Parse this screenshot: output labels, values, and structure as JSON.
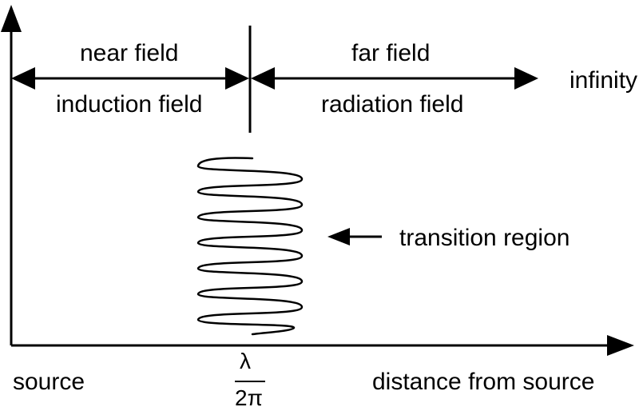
{
  "labels": {
    "near_field": "near field",
    "induction_field": "induction field",
    "far_field": "far field",
    "radiation_field": "radiation field",
    "infinity": "infinity",
    "transition_region": "transition region",
    "source": "source",
    "distance_from_source": "distance from source",
    "lambda_numerator": "λ",
    "lambda_denominator": "2π"
  },
  "colors": {
    "ink": "#000000",
    "background": "#ffffff"
  }
}
